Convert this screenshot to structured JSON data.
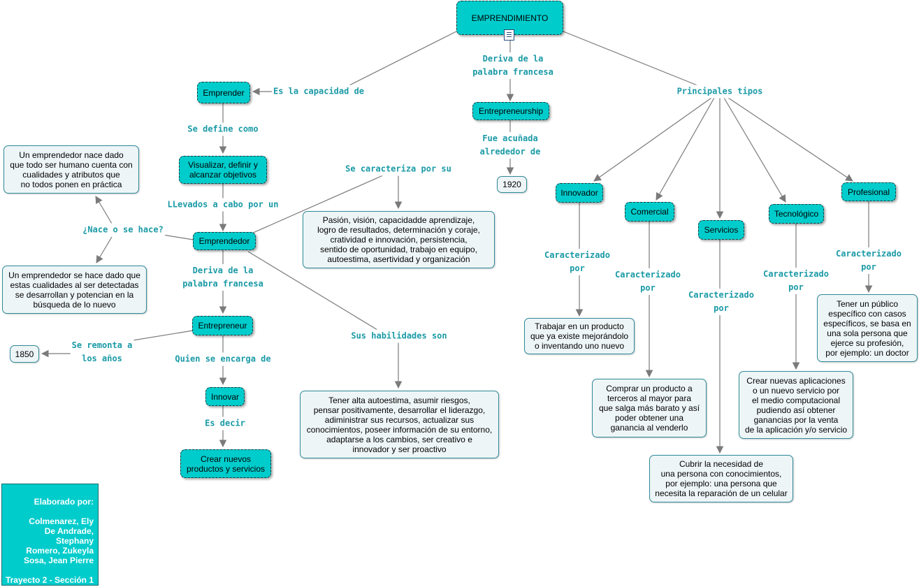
{
  "colors": {
    "node": "#00cccc",
    "text_node": "#eef5f6",
    "link_text": "#1a9aa6",
    "edge": "#7a7a7a"
  },
  "diagram": {
    "root": "EMPRENDIMIENTO",
    "root_icon": "document-icon",
    "nodes": {
      "emprender": "Emprender",
      "visualizar": "Visualizar, definir y\nalcanzar objetivos",
      "emprendedor": "Emprendedor",
      "entrepreneur": "Entrepreneur",
      "innovar": "Innovar",
      "crear": "Crear nuevos\nproductos y servicios",
      "nace": "Un emprendedor nace dado\nque todo ser humano cuenta con\ncualidades y atributos que\nno todos ponen en práctica",
      "hace": "Un emprendedor se hace dado que\nestas cualidades al ser detectadas\nse desarrollan y potencian en la\nbúsqueda de lo nuevo",
      "y1850": "1850",
      "pasion": "Pasión, visión, capacidadde aprendizaje,\nlogro de resultados, determinación y coraje,\ncratividad e innovación, persistencia,\nsentido de oportunidad, trabajo en equipo,\nautoestima, asertividad y organización",
      "habilidades": "Tener alta autoestima, asumir riesgos,\npensar positivamente, desarrollar el liderazgo,\nadiministrar sus recursos, actualizar sus\nconocimientos, poseer información de su entorno,\nadaptarse a los cambios, ser creativo e\ninnovador y ser proactivo",
      "entrepreneurship": "Entrepreneurship",
      "y1920": "1920",
      "innovador": "Innovador",
      "comercial": "Comercial",
      "servicios": "Servicios",
      "tecnologico": "Tecnológico",
      "profesional": "Profesional",
      "innovador_desc": "Trabajar en un producto\nque ya existe mejorándolo\no inventando uno nuevo",
      "comercial_desc": "Comprar un producto a\nterceros al mayor para\nque salga más barato y así\npoder obtener una\nganancia al venderlo",
      "servicios_desc": "Cubrir la necesidad de\nuna persona con conocimientos,\npor ejemplo: una persona que\nnecesita la reparación de un celular",
      "tecnologico_desc": "Crear nuevas aplicaciones\no un nuevo servicio por\nel medio computacional\npudiendo así obtener\nganancias por la venta\nde la aplicación y/o servicio",
      "profesional_desc": "Tener un público\nespecífico con casos\nespecíficos, se basa en\nuna sola persona que\nejerce su profesión,\npor ejemplo: un doctor"
    },
    "links": {
      "es_capacidad": "Es la capacidad de",
      "se_define": "Se define como",
      "llevados": "LLevados a cabo por un",
      "nace_hace": "¿Nace o se hace?",
      "caracteriza": "Se caracteriza por su",
      "deriva_fr": "Deriva de la\npalabra francesa",
      "remonta": "Se remonta a\nlos años",
      "quien": "Quien se encarga de",
      "es_decir": "Es decir",
      "habilidades": "Sus habilidades son",
      "deriva_top": "Deriva de la\npalabra francesa",
      "fue_acunada": "Fue acuñada\nalrededor de",
      "principales": "Principales tipos",
      "car_innovador": "Caracterizado\npor",
      "car_comercial": "Caracterizado\npor",
      "car_servicios": "Caracterizado\npor",
      "car_tecnologico": "Caracterizado\npor",
      "car_profesional": "Caracterizado\npor"
    }
  },
  "credits": {
    "heading": "Elaborado por:",
    "authors": "Colmenarez, Ely\nDe Andrade, Stephany\nRomero, Zukeyla\nSosa, Jean Pierre",
    "section": "Trayecto 2 - Sección 1"
  }
}
